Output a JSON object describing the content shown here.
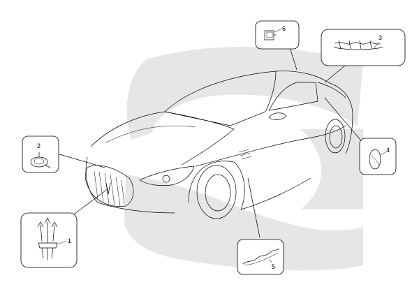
{
  "diagram": {
    "background_shape_color": "#e6e6e6",
    "line_color": "#000000",
    "callouts": [
      {
        "number": "1",
        "part": "trident-emblem"
      },
      {
        "number": "2",
        "part": "round-badge"
      },
      {
        "number": "3",
        "part": "script-lettering"
      },
      {
        "number": "4",
        "part": "oval-badge"
      },
      {
        "number": "5",
        "part": "side-script-lettering"
      },
      {
        "number": "6",
        "part": "square-clip"
      }
    ]
  }
}
